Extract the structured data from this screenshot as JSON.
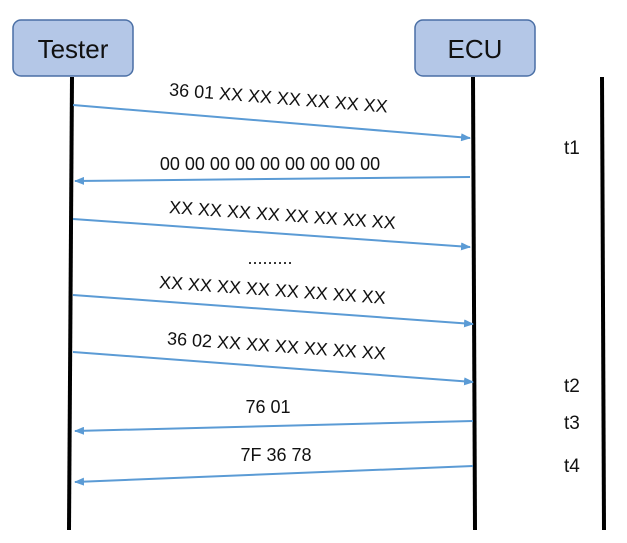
{
  "participants": {
    "tester": "Tester",
    "ecu": "ECU"
  },
  "messages": [
    {
      "label": "36 01 XX XX XX XX XX XX",
      "direction": "to-ecu"
    },
    {
      "label": "00 00 00 00 00 00 00 00 00",
      "direction": "to-tester"
    },
    {
      "label": "XX XX XX XX XX XX XX XX",
      "direction": "to-ecu"
    },
    {
      "label": "XX XX XX XX XX XX XX XX",
      "direction": "to-ecu"
    },
    {
      "label": "36 02 XX XX XX XX XX XX",
      "direction": "to-ecu"
    },
    {
      "label": "76 01",
      "direction": "to-tester"
    },
    {
      "label": "7F 36 78",
      "direction": "to-tester"
    }
  ],
  "ellipsis": ".........",
  "time_labels": [
    "t1",
    "t2",
    "t3",
    "t4"
  ],
  "colors": {
    "participant_fill": "#b4c7e7",
    "participant_stroke": "#4a6fa5",
    "message_arrow": "#5b9bd5",
    "lifeline": "#000000"
  }
}
